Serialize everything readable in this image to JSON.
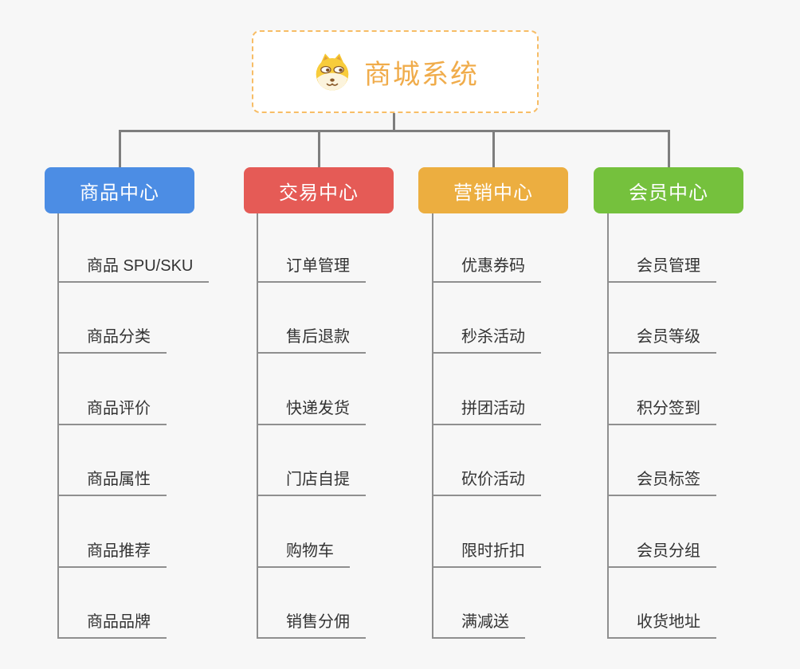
{
  "root": {
    "title": "商城系统",
    "icon": "shiba-dog-icon",
    "border_color": "#f7bd66",
    "title_color": "#f0ac4b"
  },
  "connector_color": "#7e7e7e",
  "background_color": "#f7f7f7",
  "branches": [
    {
      "label": "商品中心",
      "color": "#4c8de4",
      "items": [
        "商品 SPU/SKU",
        "商品分类",
        "商品评价",
        "商品属性",
        "商品推荐",
        "商品品牌"
      ]
    },
    {
      "label": "交易中心",
      "color": "#e55b56",
      "items": [
        "订单管理",
        "售后退款",
        "快递发货",
        "门店自提",
        "购物车",
        "销售分佣"
      ]
    },
    {
      "label": "营销中心",
      "color": "#ecae40",
      "items": [
        "优惠券码",
        "秒杀活动",
        "拼团活动",
        "砍价活动",
        "限时折扣",
        "满减送"
      ]
    },
    {
      "label": "会员中心",
      "color": "#75c13d",
      "items": [
        "会员管理",
        "会员等级",
        "积分签到",
        "会员标签",
        "会员分组",
        "收货地址"
      ]
    }
  ]
}
